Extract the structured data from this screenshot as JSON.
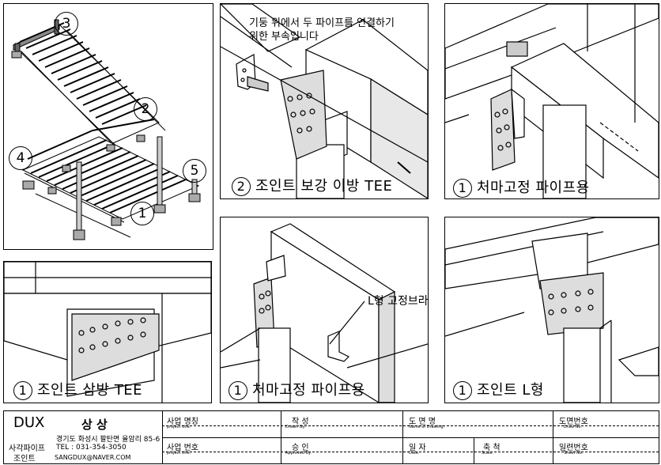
{
  "panels": {
    "overview": {
      "callouts": [
        "3",
        "2",
        "4",
        "5",
        "1"
      ]
    },
    "p2": {
      "note_line1": "기둥 위에서 두 파이프를 연결하기",
      "note_line2": "위한 부속입니다",
      "num": "2",
      "caption": "조인트 보강 이방 TEE"
    },
    "p3": {
      "num": "1",
      "caption": "처마고정 파이프용"
    },
    "p4": {
      "num": "1",
      "caption": "조인트 삼방 TEE"
    },
    "p5": {
      "num": "1",
      "caption": "처마고정 파이프용",
      "label": "L형 고정브라켓"
    },
    "p6": {
      "num": "1",
      "caption": "조인트 L형"
    }
  },
  "title_block": {
    "brand": "DUX",
    "company": "상 상",
    "sub1": "사각파이프",
    "sub2": "조인트",
    "address": "경기도 화성시 팔탄면 율암리 85-6",
    "tel": "TEL : 031-354-3050",
    "email": "SANGDUX@NAVER.COM",
    "project_name": "사업 명칭",
    "project_name_en": "project title.",
    "project_no": "사업 번호",
    "project_no_en": "project title.",
    "drawn": "작 성",
    "drawn_en": "Drawn By.",
    "approved": "승 인",
    "approved_en": "Approved By.",
    "drawing_name": "도 면 명",
    "drawing_name_en": "Name of Drawing.",
    "date": "일 자",
    "date_en": "Date.",
    "scale": "축 척",
    "scale_en": "Scale.",
    "drawing_no": "도면번호",
    "drawing_no_en": "Draw No.",
    "sheet_no": "일련번호",
    "sheet_no_en": "Sheet No."
  }
}
